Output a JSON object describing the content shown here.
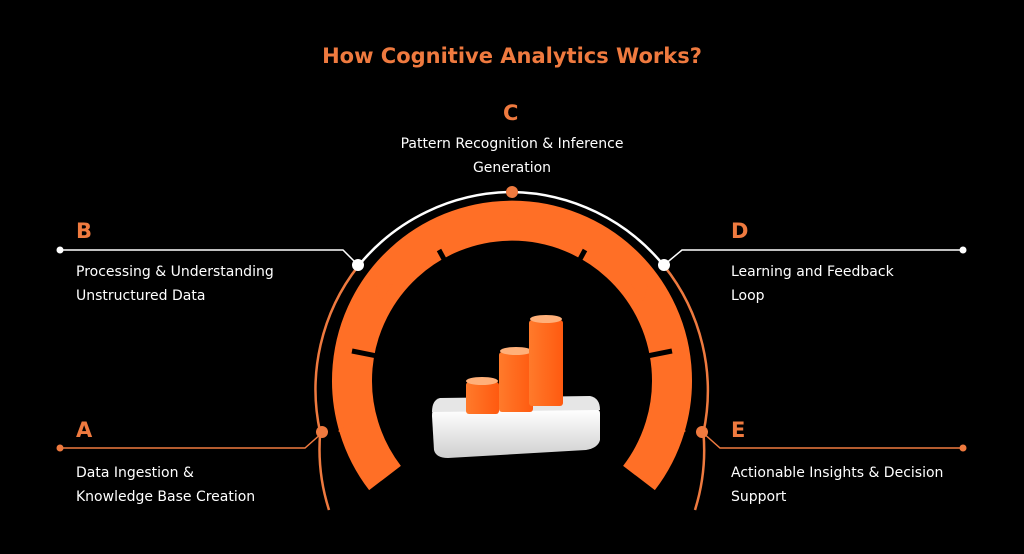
{
  "title": "How Cognitive Analytics Works?",
  "colors": {
    "accent": "#ef7a3f",
    "ring": "#ff6f26",
    "background": "#000000",
    "text": "#ffffff",
    "line": "#ffffff"
  },
  "steps": [
    {
      "letter": "A",
      "lines": [
        "Data Ingestion &",
        "Knowledge Base Creation"
      ]
    },
    {
      "letter": "B",
      "lines": [
        "Processing & Understanding",
        "Unstructured Data"
      ]
    },
    {
      "letter": "C",
      "lines": [
        "Pattern Recognition & Inference",
        "Generation"
      ]
    },
    {
      "letter": "D",
      "lines": [
        "Learning and Feedback",
        "Loop"
      ]
    },
    {
      "letter": "E",
      "lines": [
        "Actionable Insights & Decision",
        "Support"
      ]
    }
  ],
  "center_icon": "bar-chart-icon"
}
